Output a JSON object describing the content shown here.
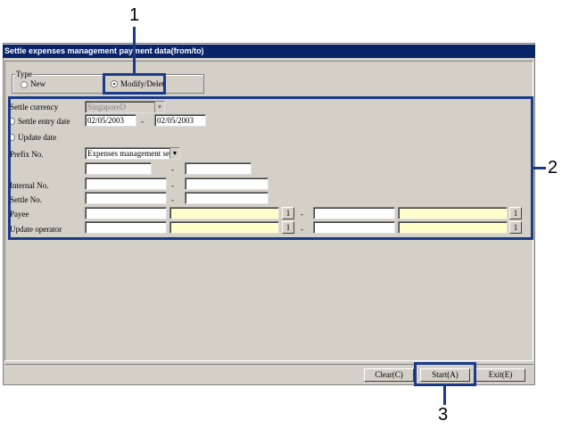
{
  "window": {
    "title": "Settle expenses management payment data(from/to)"
  },
  "type_group": {
    "label": "Type",
    "options": [
      {
        "label": "New",
        "selected": false
      },
      {
        "label": "Modify/Delet",
        "selected": true
      }
    ]
  },
  "form": {
    "settle_currency": {
      "label": "Settle currency",
      "value": "SingaporeD"
    },
    "settle_entry_date": {
      "label": "Settle entry date",
      "from": "02/05/2003",
      "sep": "-",
      "to": "02/05/2003"
    },
    "update_date": {
      "label": "Update date"
    },
    "prefix_no": {
      "label": "Prefix No.",
      "value": "Expenses management settle",
      "sep": "-"
    },
    "internal_no": {
      "label": "Internal No.",
      "sep": "-"
    },
    "settle_no": {
      "label": "Settle No.",
      "sep": "-"
    },
    "payee": {
      "label": "Payee",
      "button": "1",
      "sep": "-"
    },
    "update_operator": {
      "label": "Update operator",
      "button": "1",
      "sep": "-"
    }
  },
  "buttons": {
    "clear": "Clear(C)",
    "start": "Start(A)",
    "exit": "Exit(E)"
  },
  "callouts": {
    "one": "1",
    "two": "2",
    "three": "3"
  },
  "colors": {
    "callout": "#1a3a8a",
    "titlebar": "#0a246a",
    "highlight_field": "#ffffcc",
    "window_bg": "#d4d0c8"
  }
}
